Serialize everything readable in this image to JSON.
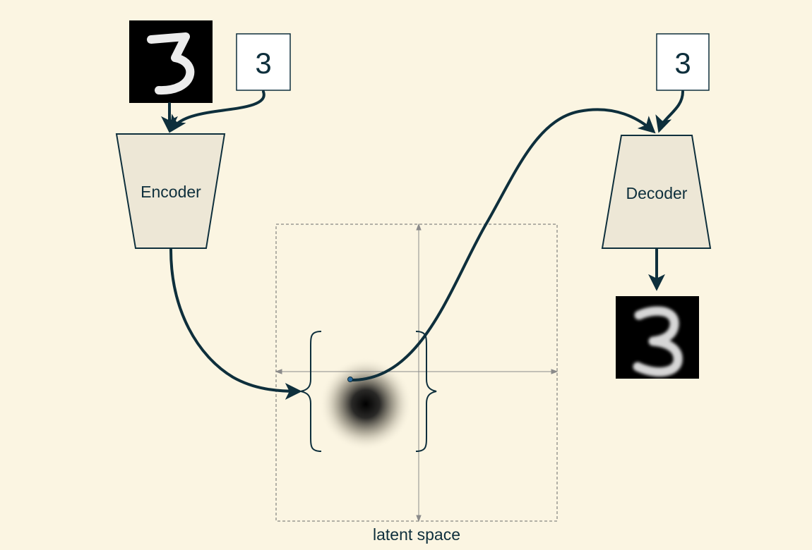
{
  "labels": {
    "encoder_input_label": "3",
    "decoder_input_label": "3",
    "encoder": "Encoder",
    "decoder": "Decoder",
    "latent_space": "latent space"
  },
  "colors": {
    "background": "#fbf5e2",
    "arrow": "#0e2f3c",
    "block_fill": "#ede7d6",
    "axis": "#8a8a8a",
    "latent_dot": "#2a6aa0"
  },
  "icons": {
    "input_image": "handwritten-digit-3-icon",
    "output_image": "reconstructed-digit-3-icon"
  }
}
